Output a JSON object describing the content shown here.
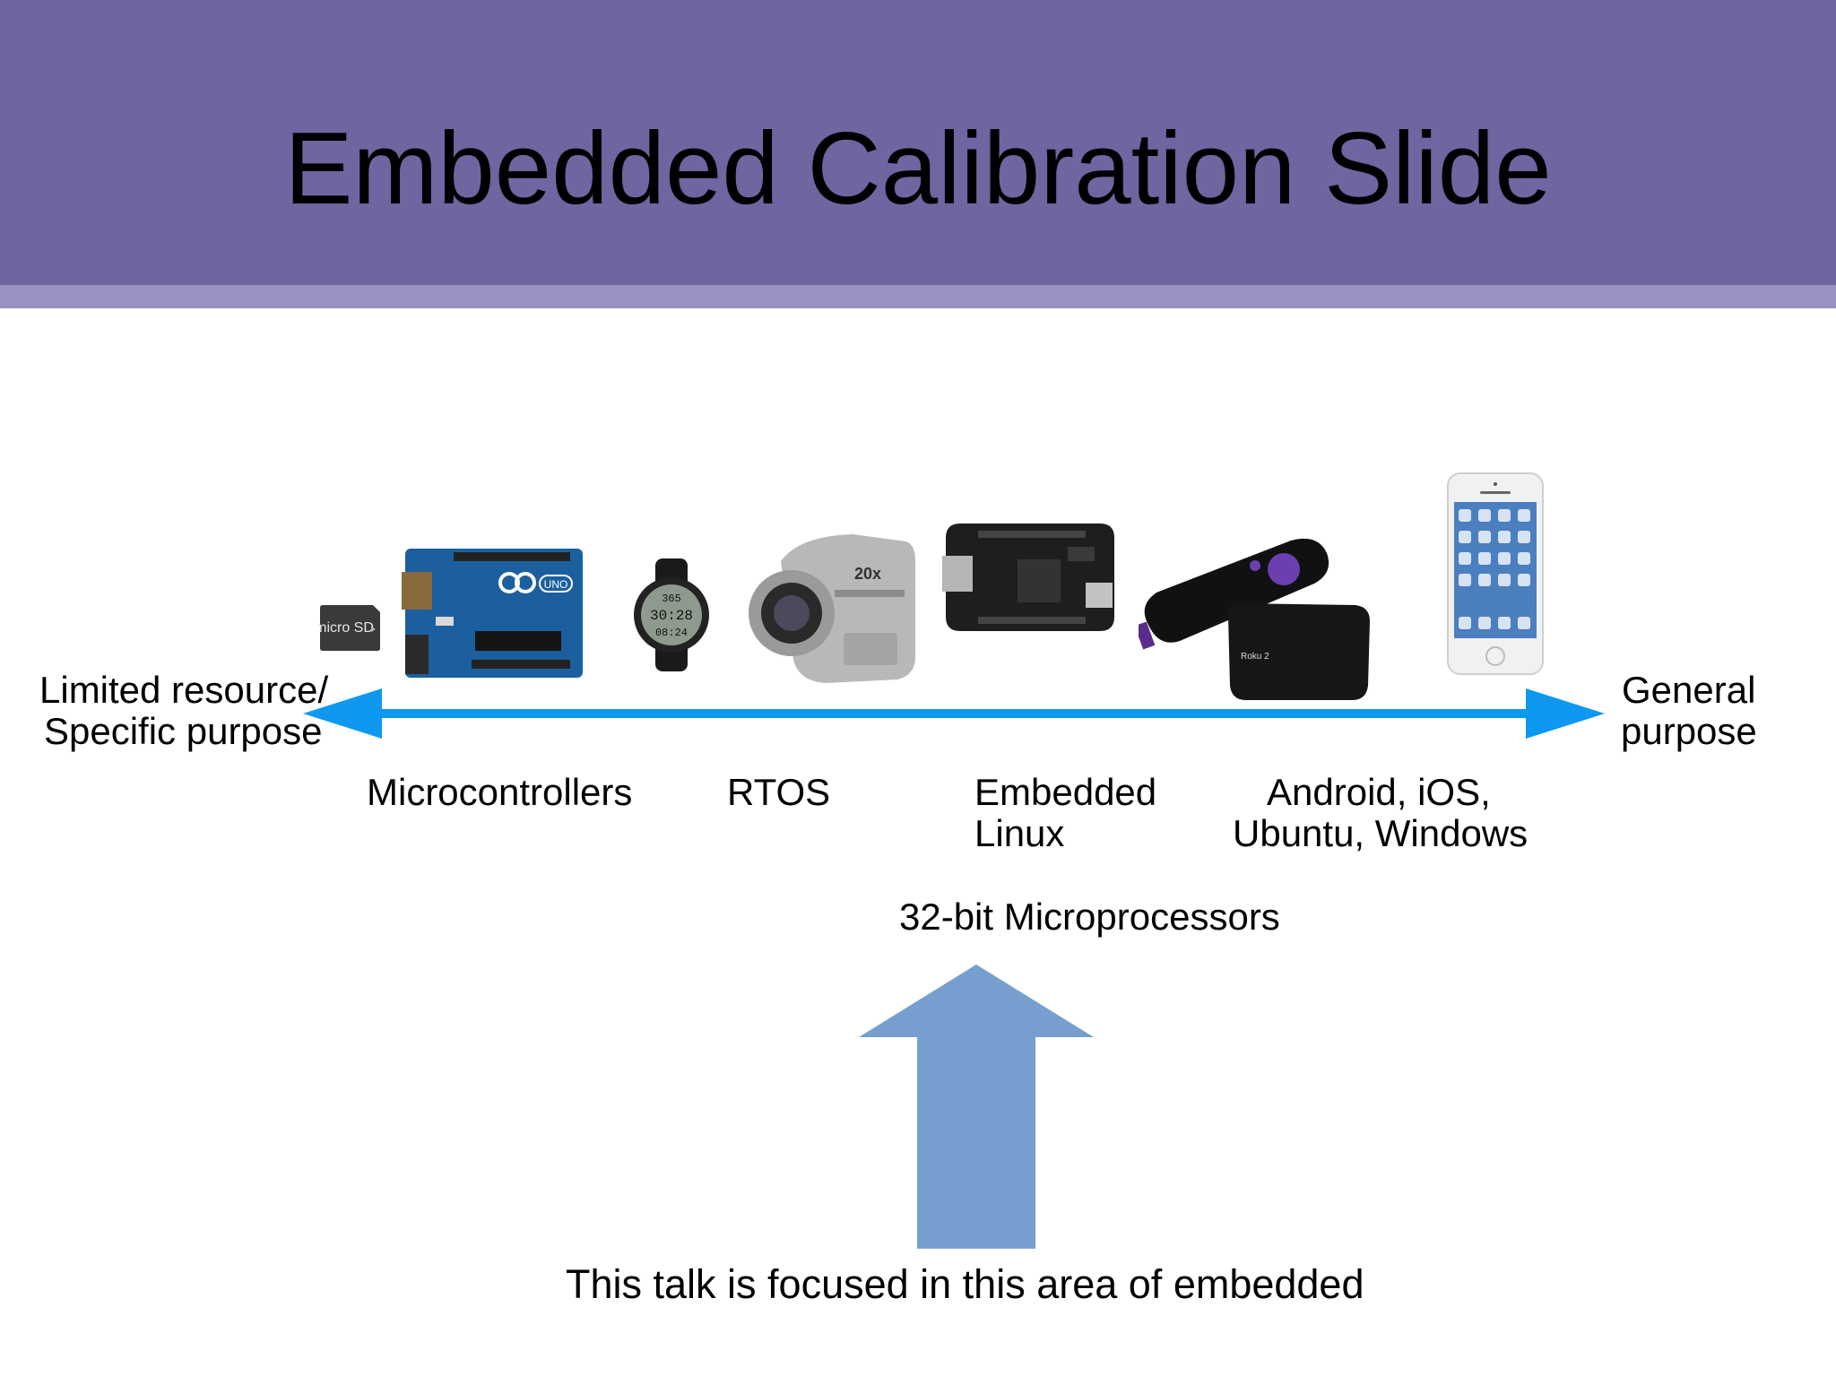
{
  "slide": {
    "title": "Embedded Calibration Slide",
    "axis": {
      "left_line1": "Limited resource/",
      "left_line2": "Specific purpose",
      "right_line1": "General",
      "right_line2": "purpose"
    },
    "categories": {
      "microcontrollers": "Microcontrollers",
      "rtos": "RTOS",
      "embedded_linux_line1": "Embedded",
      "embedded_linux_line2": "Linux",
      "general_os_line1": "Android, iOS,",
      "general_os_line2": "Ubuntu, Windows"
    },
    "bracket_label": "32-bit Microprocessors",
    "focus_caption": "This talk is focused in this area of embedded",
    "device_text": {
      "sd_card": "micro SD",
      "arduino": "UNO",
      "watch_line1": "365",
      "watch_line2": "30:28",
      "watch_line3": "08:24",
      "camcorder": "20x",
      "roku": "Roku 2"
    },
    "colors": {
      "header": "#6f65a0",
      "header_band": "#9a91c2",
      "axis_arrow": "#0f98f0",
      "focus_arrow": "#769fd0"
    }
  }
}
